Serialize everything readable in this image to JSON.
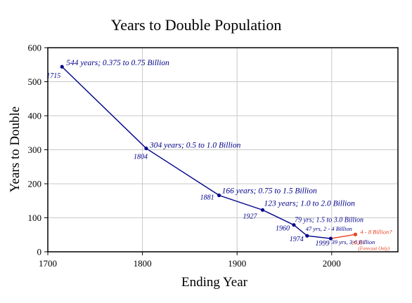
{
  "chart_data": {
    "type": "line",
    "title": "Years to Double Population",
    "xlabel": "Ending Year",
    "ylabel": "Years to Double",
    "xlim": [
      1700,
      2070
    ],
    "ylim": [
      0,
      600
    ],
    "xticks": [
      "1700",
      "1800",
      "1900",
      "2000"
    ],
    "yticks": [
      "0",
      "100",
      "200",
      "300",
      "400",
      "500",
      "600"
    ],
    "grid": true,
    "colors": {
      "main": "#00008b",
      "forecast": "#e8401c"
    },
    "series": [
      {
        "points": [
          {
            "x": 1715,
            "y": 544,
            "year_label": "1715",
            "note": "544 years; 0.375 to 0.75 Billion"
          },
          {
            "x": 1804,
            "y": 304,
            "year_label": "1804",
            "note": "304 years; 0.5 to 1.0 Billion"
          },
          {
            "x": 1881,
            "y": 166,
            "year_label": "1881",
            "note": "166 years; 0.75 to 1.5 Billion"
          },
          {
            "x": 1927,
            "y": 123,
            "year_label": "1927",
            "note": "123 years; 1.0 to 2.0 Billion"
          },
          {
            "x": 1960,
            "y": 79,
            "year_label": "1960",
            "note": "79 yrs; 1.5 to 3.0 Billion"
          },
          {
            "x": 1974,
            "y": 47,
            "year_label": "1974",
            "note": "47 yrs, 2 - 4 Billion"
          },
          {
            "x": 1999,
            "y": 39,
            "year_label": "1999",
            "note": "39 yrs, 3-6 Billion"
          }
        ]
      },
      {
        "points": [
          {
            "x": 1999,
            "y": 39
          },
          {
            "x": 2025,
            "y": 51,
            "year_label": "2025?",
            "note": "4 - 8 Billion?",
            "sub_note": "(Forecast Only)"
          }
        ]
      }
    ]
  }
}
